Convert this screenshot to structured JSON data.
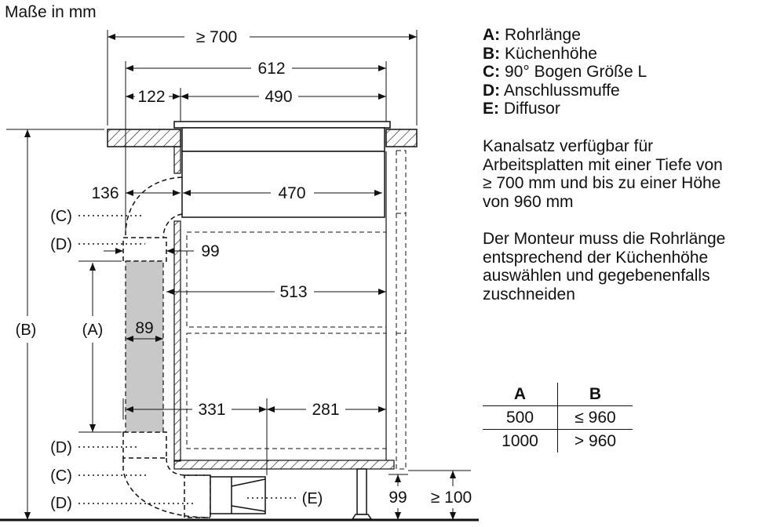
{
  "title": "Maße in mm",
  "legend": [
    {
      "key": "A:",
      "text": "Rohrlänge"
    },
    {
      "key": "B:",
      "text": "Küchenhöhe"
    },
    {
      "key": "C:",
      "text": "90° Bogen Größe L"
    },
    {
      "key": "D:",
      "text": "Anschlussmuffe"
    },
    {
      "key": "E:",
      "text": "Diffusor"
    }
  ],
  "notes": [
    [
      "Kanalsatz verfügbar für",
      "Arbeitsplatten mit einer Tiefe von",
      "≥ 700 mm und bis zu einer Höhe",
      "von 960 mm"
    ],
    [
      "Der Monteur muss die Rohrlänge",
      "entsprechend der Küchenhöhe",
      "auswählen und gegebenenfalls",
      "zuschneiden"
    ]
  ],
  "table": {
    "headers": [
      "A",
      "B"
    ],
    "rows": [
      [
        "500",
        "≤ 960"
      ],
      [
        "1000",
        "> 960"
      ]
    ]
  },
  "dimensions": {
    "d700": "≥ 700",
    "d612": "612",
    "d122": "122",
    "d490": "490",
    "d136": "136",
    "d470": "470",
    "d99a": "99",
    "d513": "513",
    "d89": "89",
    "d331": "331",
    "d281": "281",
    "d99b": "99",
    "d100": "≥ 100"
  },
  "labels": {
    "B": "(B)",
    "A": "(A)",
    "C1": "(C)",
    "D1": "(D)",
    "D2": "(D)",
    "C2": "(C)",
    "D3": "(D)",
    "E": "(E)"
  },
  "colors": {
    "duct": "#c8c8c8",
    "line": "#111111"
  }
}
